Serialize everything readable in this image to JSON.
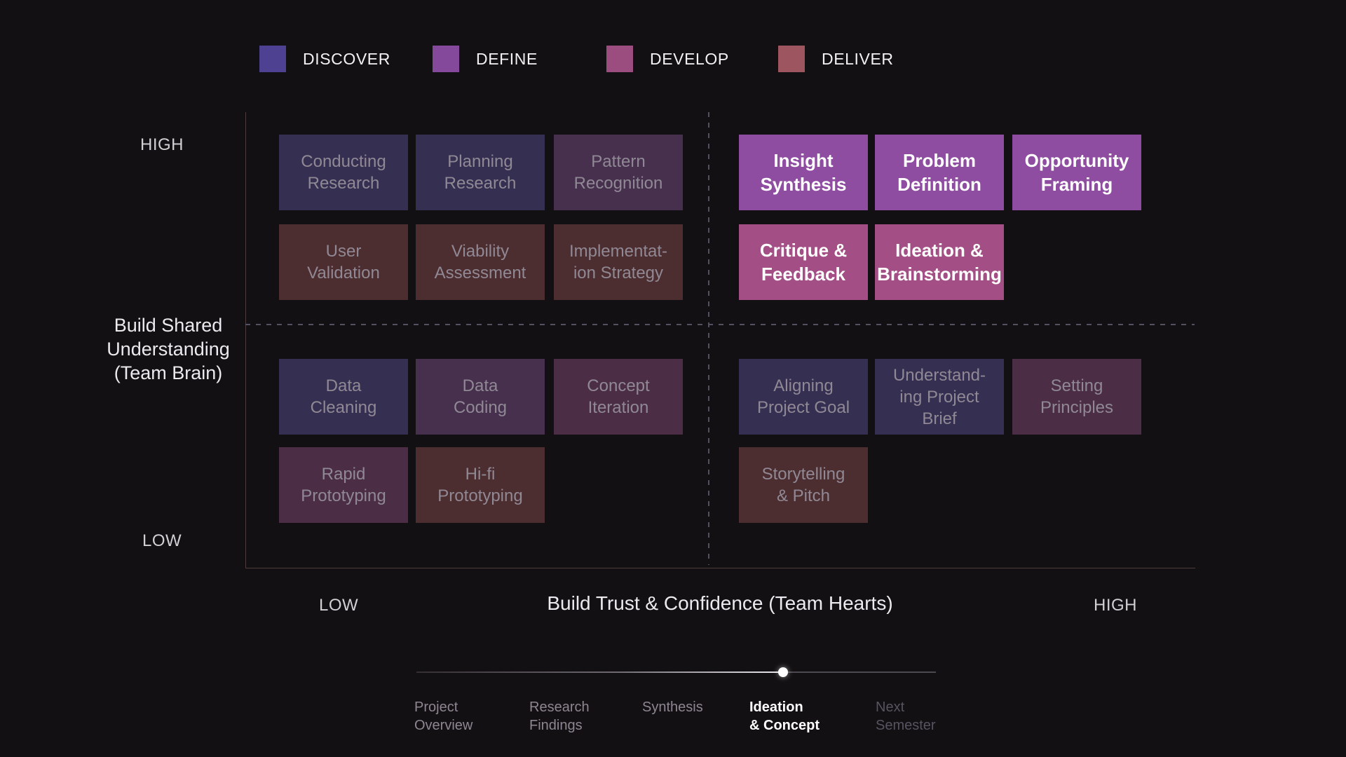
{
  "colors": {
    "background": "#131013",
    "discover": "#4e4191",
    "define": "#84499a",
    "develop": "#9c4d80",
    "deliver": "#9d5560",
    "discover_dim": "#353051",
    "define_dim": "#46304e",
    "develop_dim": "#4b2e45",
    "deliver_dim": "#4d2e30",
    "define_bright": "#8f4da1",
    "develop_bright": "#a34f85",
    "dim_text": "#908894",
    "bright_text": "#ffffff",
    "axis_text": "#d2cfd5",
    "border": "#4e3d3d",
    "dashed": "#55505f",
    "stage_text": "#8d8692",
    "stage_future_text": "#575360"
  },
  "legend": {
    "items": [
      {
        "label": "DISCOVER",
        "color": "#4e4191"
      },
      {
        "label": "DEFINE",
        "color": "#84499a"
      },
      {
        "label": "DEVELOP",
        "color": "#9c4d80"
      },
      {
        "label": "DELIVER",
        "color": "#9d5560"
      }
    ]
  },
  "y_axis": {
    "high": "HIGH",
    "low": "LOW",
    "title": "Build Shared\nUnderstanding\n(Team Brain)"
  },
  "x_axis": {
    "low": "LOW",
    "high": "HIGH",
    "title": "Build Trust & Confidence (Team Hearts)"
  },
  "matrix": {
    "quadrants": {
      "top_left": {
        "boxes": [
          {
            "label": "Conducting\nResearch",
            "category": "discover",
            "state": "dim"
          },
          {
            "label": "Planning\nResearch",
            "category": "discover",
            "state": "dim"
          },
          {
            "label": "Pattern\nRecognition",
            "category": "define",
            "state": "dim"
          },
          {
            "label": "User\nValidation",
            "category": "deliver",
            "state": "dim"
          },
          {
            "label": "Viability\nAssessment",
            "category": "deliver",
            "state": "dim"
          },
          {
            "label": "Implementat-\nion Strategy",
            "category": "deliver",
            "state": "dim"
          }
        ]
      },
      "top_right": {
        "boxes": [
          {
            "label": "Insight\nSynthesis",
            "category": "define",
            "state": "bright"
          },
          {
            "label": "Problem\nDefinition",
            "category": "define",
            "state": "bright"
          },
          {
            "label": "Opportunity\nFraming",
            "category": "define",
            "state": "bright"
          },
          {
            "label": "Critique &\nFeedback",
            "category": "develop",
            "state": "bright"
          },
          {
            "label": "Ideation &\nBrainstorming",
            "category": "develop",
            "state": "bright"
          }
        ]
      },
      "bottom_left": {
        "boxes": [
          {
            "label": "Data\nCleaning",
            "category": "discover",
            "state": "dim"
          },
          {
            "label": "Data\nCoding",
            "category": "define",
            "state": "dim"
          },
          {
            "label": "Concept\nIteration",
            "category": "develop",
            "state": "dim"
          },
          {
            "label": "Rapid\nPrototyping",
            "category": "develop",
            "state": "dim"
          },
          {
            "label": "Hi-fi\nPrototyping",
            "category": "deliver",
            "state": "dim"
          }
        ]
      },
      "bottom_right": {
        "boxes": [
          {
            "label": "Aligning\nProject Goal",
            "category": "discover",
            "state": "dim"
          },
          {
            "label": "Understand-\ning Project\nBrief",
            "category": "discover",
            "state": "dim"
          },
          {
            "label": "Setting\nPrinciples",
            "category": "develop",
            "state": "dim"
          },
          {
            "label": "Storytelling\n& Pitch",
            "category": "deliver",
            "state": "dim"
          }
        ]
      }
    }
  },
  "timeline": {
    "progress_fraction": 0.71,
    "stages": [
      {
        "label": "Project\nOverview",
        "state": "normal"
      },
      {
        "label": "Research\nFindings",
        "state": "normal"
      },
      {
        "label": "Synthesis",
        "state": "normal"
      },
      {
        "label": "Ideation\n& Concept",
        "state": "active"
      },
      {
        "label": "Next\nSemester",
        "state": "future"
      }
    ],
    "active_stage": "Ideation & Concept"
  },
  "chart_data": {
    "type": "heatmap",
    "title": "",
    "xlabel": "Build Trust & Confidence (Team Hearts)",
    "ylabel": "Build Shared Understanding (Team Brain)",
    "x_range": [
      "LOW",
      "HIGH"
    ],
    "y_range": [
      "LOW",
      "HIGH"
    ],
    "legend": [
      "DISCOVER",
      "DEFINE",
      "DEVELOP",
      "DELIVER"
    ],
    "legend_position": "top",
    "grid": "2x2 quadrants split by dashed lines",
    "series": [
      {
        "name": "trust-HIGH / understanding-HIGH (highlighted)",
        "values": [
          "Insight Synthesis (DEFINE)",
          "Problem Definition (DEFINE)",
          "Opportunity Framing (DEFINE)",
          "Critique & Feedback (DEVELOP)",
          "Ideation & Brainstorming (DEVELOP)"
        ]
      },
      {
        "name": "trust-LOW / understanding-HIGH (dimmed)",
        "values": [
          "Conducting Research (DISCOVER)",
          "Planning Research (DISCOVER)",
          "Pattern Recognition (DEFINE)",
          "User Validation (DELIVER)",
          "Viability Assessment (DELIVER)",
          "Implementation Strategy (DELIVER)"
        ]
      },
      {
        "name": "trust-LOW / understanding-LOW (dimmed)",
        "values": [
          "Data Cleaning (DISCOVER)",
          "Data Coding (DEFINE)",
          "Concept Iteration (DEVELOP)",
          "Rapid Prototyping (DEVELOP)",
          "Hi-fi Prototyping (DELIVER)"
        ]
      },
      {
        "name": "trust-HIGH / understanding-LOW (dimmed)",
        "values": [
          "Aligning Project Goal (DISCOVER)",
          "Understanding Project Brief (DISCOVER)",
          "Setting Principles (DEVELOP)",
          "Storytelling & Pitch (DELIVER)"
        ]
      }
    ]
  }
}
